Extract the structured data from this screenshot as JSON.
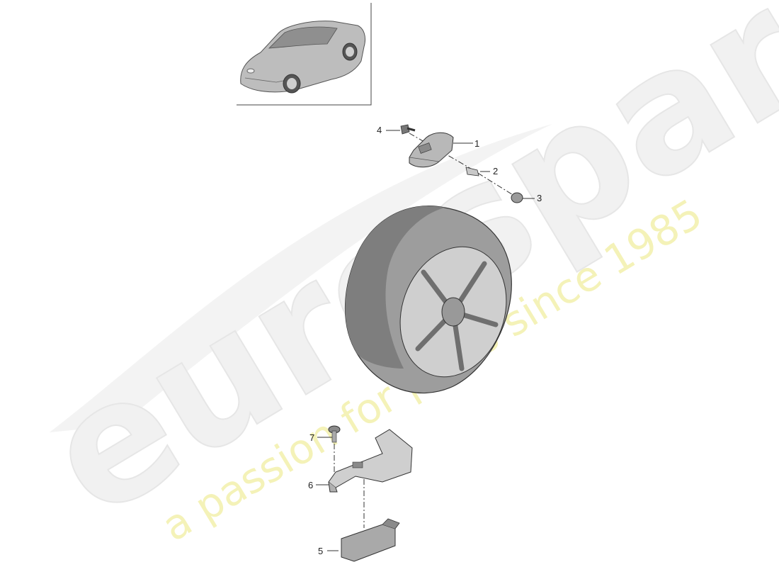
{
  "watermark": {
    "brand": "eurospares",
    "tagline": "a passion for parts since 1985"
  },
  "callouts": [
    "1",
    "2",
    "3",
    "4",
    "5",
    "6",
    "7"
  ],
  "colors": {
    "line": "#333333",
    "part_fill": "#cfcfcf",
    "part_dark": "#8a8a8a",
    "tire": "#9d9d9d",
    "tire_dark": "#7e7e7e",
    "watermark_fill": "#f1f1f1",
    "tagline": "#f4f2b8"
  },
  "icons": {
    "thumbnail": "car-icon",
    "wheel": "wheel-icon",
    "sensor": "tire-pressure-sensor-icon",
    "valve": "valve-stem-icon",
    "cap": "valve-cap-icon",
    "screw": "screw-icon",
    "bracket": "bracket-icon",
    "module": "control-module-icon"
  }
}
